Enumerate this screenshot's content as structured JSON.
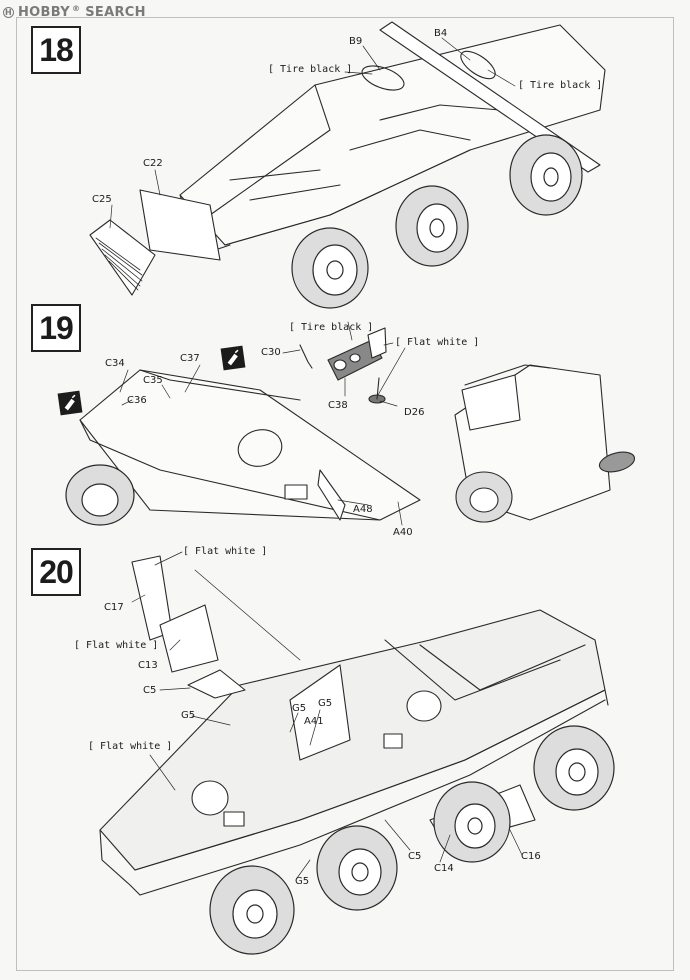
{
  "watermark": {
    "logo_text": "H",
    "brand": "HOBBY",
    "brand_suffix": "SEARCH",
    "reg_mark": "®"
  },
  "steps": [
    {
      "number": "18",
      "part_labels": [
        "B9",
        "B4",
        "C22",
        "C25"
      ],
      "paint_callouts": [
        "[ Tire black ]",
        "[ Tire black ]"
      ]
    },
    {
      "number": "19",
      "part_labels": [
        "C34",
        "C37",
        "C35",
        "C36",
        "C30",
        "C38",
        "D26",
        "A48",
        "A40"
      ],
      "paint_callouts": [
        "[ Tire black ]",
        "[ Flat white ]"
      ]
    },
    {
      "number": "20",
      "part_labels": [
        "C17",
        "C13",
        "C5",
        "G5",
        "G5",
        "G5",
        "A41",
        "C5",
        "C14",
        "C16",
        "G5"
      ],
      "paint_callouts": [
        "[ Flat white ]",
        "[ Flat white ]",
        "[ Flat white ]"
      ]
    }
  ],
  "icons": {
    "cement": "cement-tube-icon"
  },
  "colors": {
    "paper": "#f7f7f5",
    "ink": "#1c1c1c",
    "frame": "#bfbfbf",
    "watermark": "#7a7a7a"
  }
}
